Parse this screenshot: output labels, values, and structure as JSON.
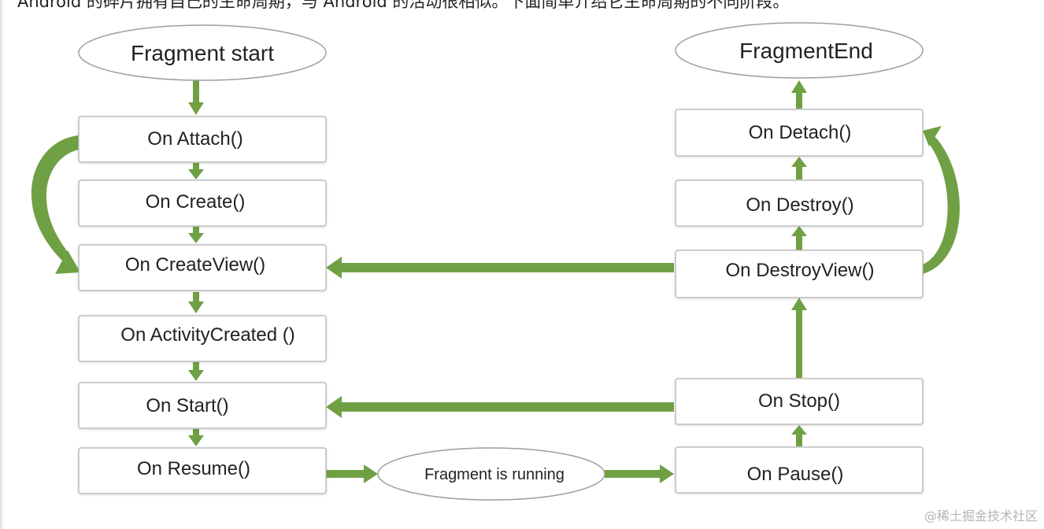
{
  "intro_text": "Android 的碎片拥有自己的生命周期，与 Android 的活动很相似。下面简单介绍它生命周期的不同阶段。",
  "nodes": {
    "fragment_start": "Fragment start",
    "on_attach": "On Attach()",
    "on_create": "On Create()",
    "on_create_view": "On CreateView()",
    "on_activity_created": "On ActivityCreated ()",
    "on_start": "On Start()",
    "on_resume": "On Resume()",
    "fragment_running": "Fragment is running",
    "on_pause": "On Pause()",
    "on_stop": "On Stop()",
    "on_destroy_view": "On DestroyView()",
    "on_destroy": "On Destroy()",
    "on_detach": "On Detach()",
    "fragment_end": "FragmentEnd"
  },
  "colors": {
    "arrow": "#70a044",
    "box_border": "#bdbdbd",
    "oval_border": "#9e9e9e"
  },
  "watermark": "@稀土掘金技术社区"
}
